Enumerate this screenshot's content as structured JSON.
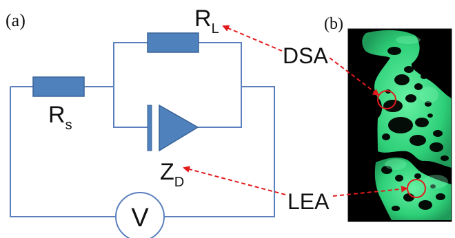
{
  "panels": {
    "a": {
      "label": "(a)"
    },
    "b": {
      "label": "(b)"
    }
  },
  "circuit": {
    "rl_label": {
      "main": "R",
      "sub": "L"
    },
    "rs_label": {
      "main": "R",
      "sub": "s"
    },
    "zd_label": {
      "main": "Z",
      "sub": "D"
    },
    "voltmeter_label": "V"
  },
  "annotations": {
    "dsa": "DSA",
    "lea": "LEA"
  },
  "colors": {
    "wire": "#5b7fbd",
    "component_fill": "#4f81bd",
    "component_stroke": "#3a6396",
    "arrow": "#e31a1c",
    "micrograph_bg": "#000000",
    "fluorescence": "#3dd47f",
    "marker_circle": "#e31a1c"
  }
}
